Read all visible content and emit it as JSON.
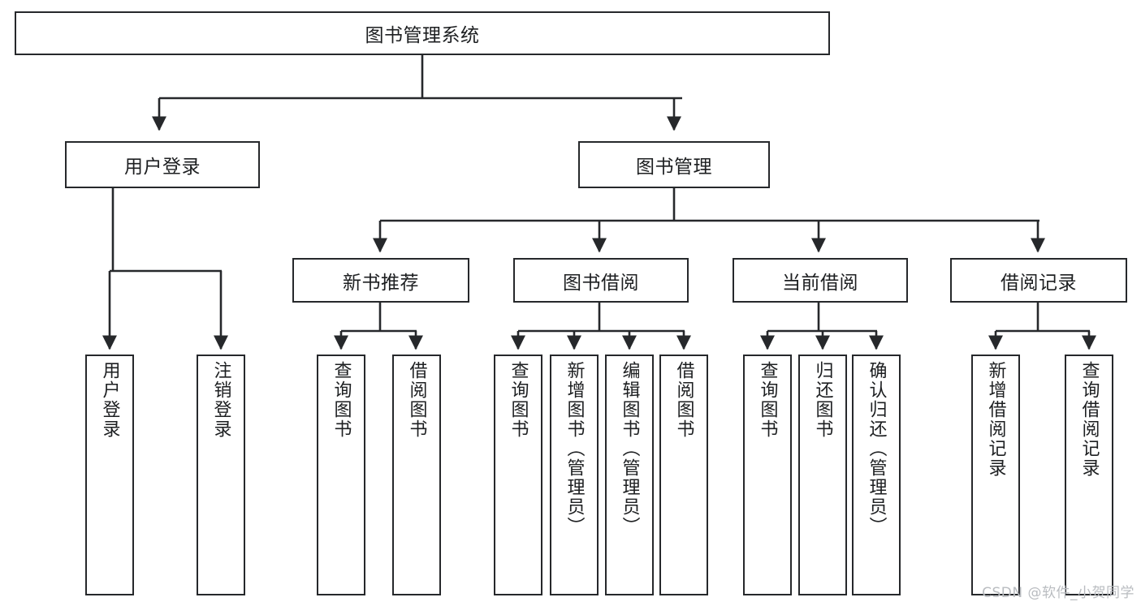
{
  "diagram": {
    "title": "图书管理系统",
    "type": "tree-hierarchy",
    "root": {
      "label": "图书管理系统"
    },
    "level2": [
      {
        "id": "user-login",
        "label": "用户登录"
      },
      {
        "id": "book-management",
        "label": "图书管理"
      }
    ],
    "level3": [
      {
        "id": "new-book-recommend",
        "label": "新书推荐"
      },
      {
        "id": "book-borrow",
        "label": "图书借阅"
      },
      {
        "id": "current-borrow",
        "label": "当前借阅"
      },
      {
        "id": "borrow-record",
        "label": "借阅记录"
      }
    ],
    "leaves": {
      "user_login": [
        {
          "id": "leaf-user-login",
          "label": "用户登录"
        },
        {
          "id": "leaf-logout-login",
          "label": "注销登录"
        }
      ],
      "new_book_recommend": [
        {
          "id": "leaf-query-book-1",
          "label": "查询图书"
        },
        {
          "id": "leaf-borrow-book-1",
          "label": "借阅图书"
        }
      ],
      "book_borrow": [
        {
          "id": "leaf-query-book-2",
          "label": "查询图书"
        },
        {
          "id": "leaf-add-book-admin",
          "label": "新增图书（管理员）"
        },
        {
          "id": "leaf-edit-book-admin",
          "label": "编辑图书（管理员）"
        },
        {
          "id": "leaf-borrow-book-2",
          "label": "借阅图书"
        }
      ],
      "current_borrow": [
        {
          "id": "leaf-query-book-3",
          "label": "查询图书"
        },
        {
          "id": "leaf-return-book",
          "label": "归还图书"
        },
        {
          "id": "leaf-confirm-return-admin",
          "label": "确认归还（管理员）"
        }
      ],
      "borrow_record": [
        {
          "id": "leaf-add-borrow-record",
          "label": "新增借阅记录"
        },
        {
          "id": "leaf-query-borrow-record",
          "label": "查询借阅记录"
        }
      ]
    }
  },
  "watermark": {
    "text": "CSDN @软件_小贺同学"
  },
  "colors": {
    "stroke": "#26282b",
    "text": "#1d1f21",
    "background": "#ffffff",
    "watermark": "#b9bcc0"
  }
}
